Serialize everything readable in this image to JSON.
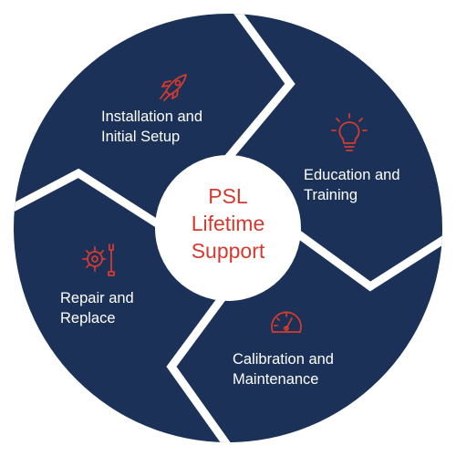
{
  "colors": {
    "segment_fill": "#1b3157",
    "separator": "#ffffff",
    "accent_red": "#d63a2f",
    "center_fill": "#ffffff",
    "label_text": "#ffffff"
  },
  "center": {
    "line1": "PSL",
    "line2": "Lifetime",
    "line3": "Support"
  },
  "segments": [
    {
      "icon": "rocket-icon",
      "line1": "Installation and",
      "line2": "Initial Setup"
    },
    {
      "icon": "lightbulb-icon",
      "line1": "Education and",
      "line2": "Training"
    },
    {
      "icon": "gauge-icon",
      "line1": "Calibration and",
      "line2": "Maintenance"
    },
    {
      "icon": "gear-wrench-icon",
      "line1": "Repair and",
      "line2": "Replace"
    }
  ]
}
